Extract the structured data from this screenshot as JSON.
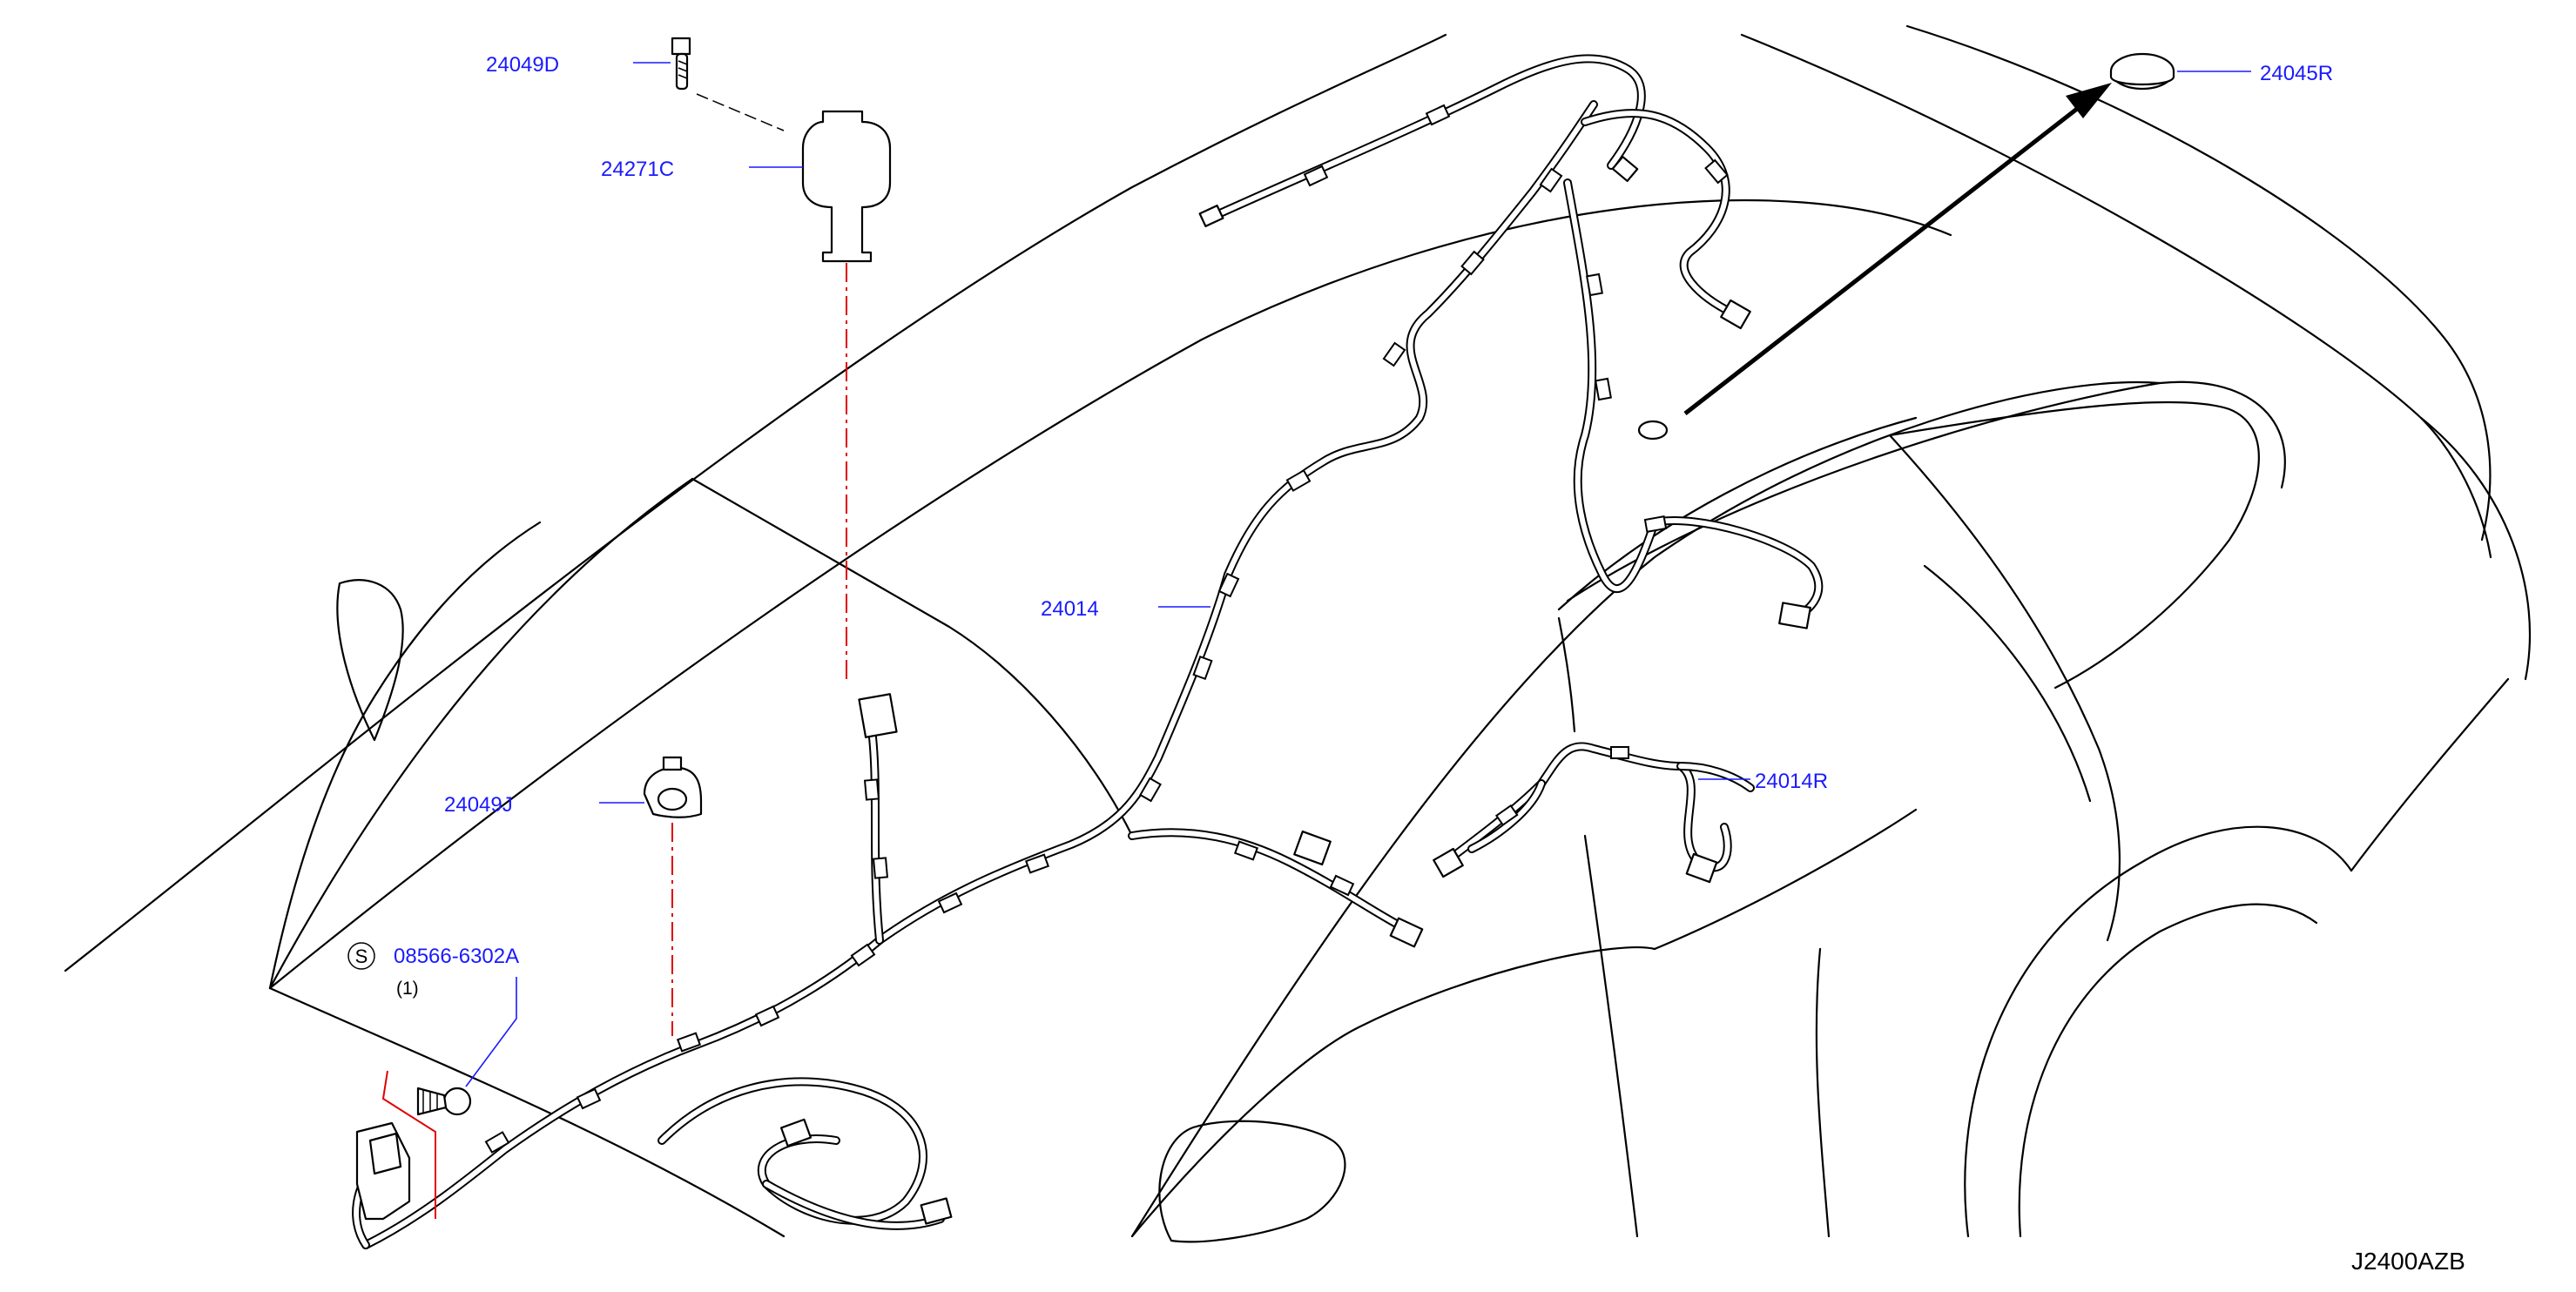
{
  "diagram_code": "J2400AZB",
  "parts": [
    {
      "id": "p-24049D",
      "label": "24049D"
    },
    {
      "id": "p-24271C",
      "label": "24271C"
    },
    {
      "id": "p-24045R",
      "label": "24045R"
    },
    {
      "id": "p-24014",
      "label": "24014"
    },
    {
      "id": "p-24014R",
      "label": "24014R"
    },
    {
      "id": "p-24049J",
      "label": "24049J"
    },
    {
      "id": "p-08566",
      "label": "08566-6302A",
      "prefix": "S",
      "quantity": "(1)"
    }
  ],
  "colors": {
    "label": "#1a1aff",
    "outline": "#000000",
    "alignment": "#e00000"
  }
}
